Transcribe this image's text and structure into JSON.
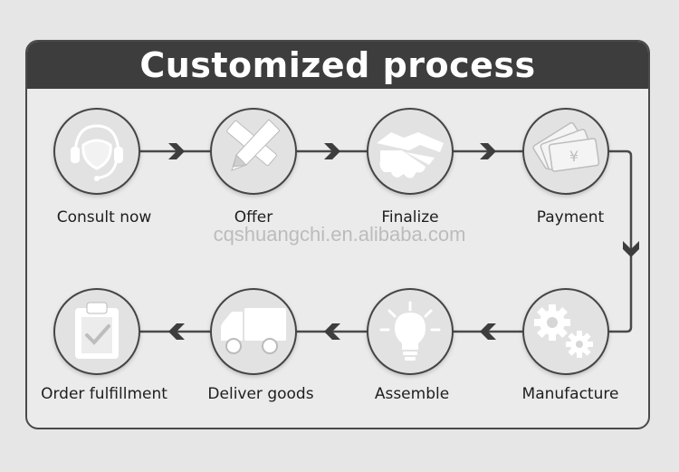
{
  "title": "Customized process",
  "watermark": "cqshuangchi.en.alibaba.com",
  "colors": {
    "header": "#3d3d3d",
    "line": "#4a4a4a",
    "icon_circle": "#e0e0e0",
    "icon_fill": "#c8c8c8"
  },
  "steps": [
    {
      "label": "Consult now",
      "icon": "headset-icon"
    },
    {
      "label": "Offer",
      "icon": "pencil-ruler-icon"
    },
    {
      "label": "Finalize",
      "icon": "handshake-icon"
    },
    {
      "label": "Payment",
      "icon": "banknotes-icon"
    },
    {
      "label": "Manufacture",
      "icon": "gears-icon"
    },
    {
      "label": "Assemble",
      "icon": "lightbulb-icon"
    },
    {
      "label": "Deliver goods",
      "icon": "truck-icon"
    },
    {
      "label": "Order fulfillment",
      "icon": "clipboard-check-icon"
    }
  ]
}
